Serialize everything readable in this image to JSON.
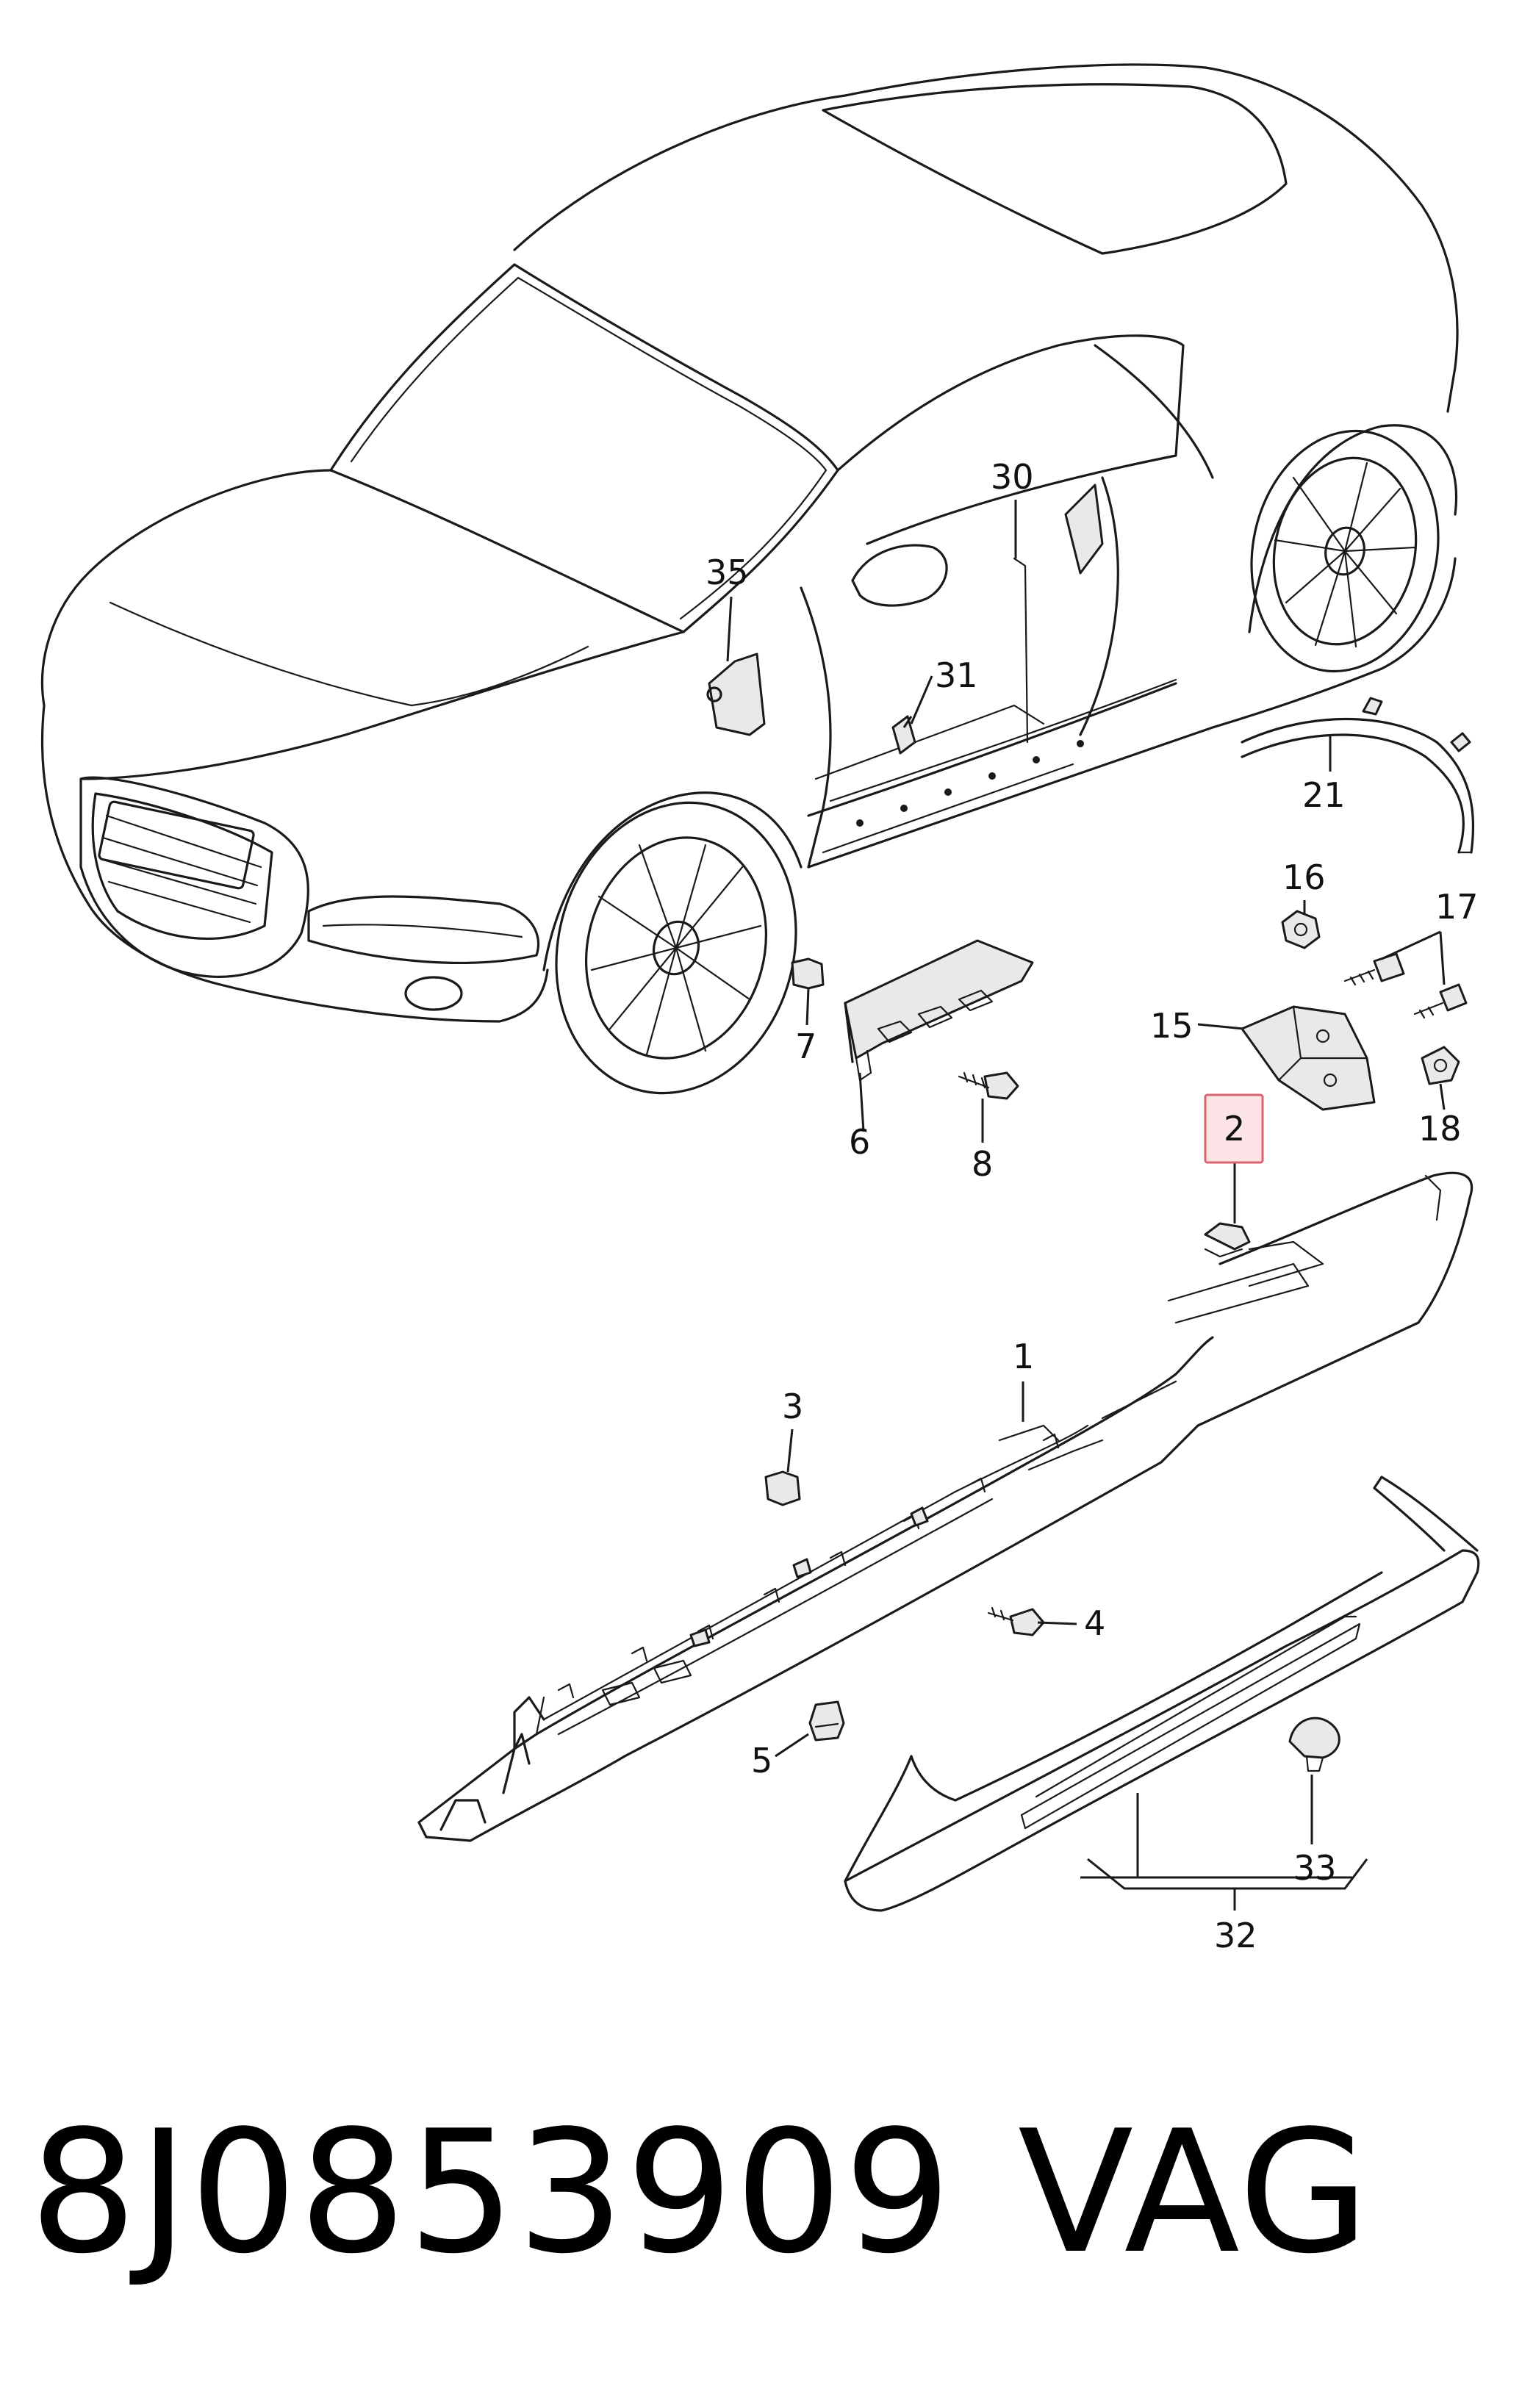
{
  "callouts": [
    {
      "id": "35",
      "text": "35"
    },
    {
      "id": "30",
      "text": "30"
    },
    {
      "id": "31",
      "text": "31"
    },
    {
      "id": "21",
      "text": "21"
    },
    {
      "id": "16",
      "text": "16"
    },
    {
      "id": "17",
      "text": "17"
    },
    {
      "id": "15",
      "text": "15"
    },
    {
      "id": "18",
      "text": "18"
    },
    {
      "id": "2",
      "text": "2",
      "highlighted": true
    },
    {
      "id": "7",
      "text": "7"
    },
    {
      "id": "6",
      "text": "6"
    },
    {
      "id": "8",
      "text": "8"
    },
    {
      "id": "1",
      "text": "1"
    },
    {
      "id": "3",
      "text": "3"
    },
    {
      "id": "4",
      "text": "4"
    },
    {
      "id": "5",
      "text": "5"
    },
    {
      "id": "33",
      "text": "33"
    },
    {
      "id": "32",
      "text": "32"
    }
  ],
  "footer": {
    "part_number": "8J0853909",
    "brand": "VAG"
  },
  "colors": {
    "line": "#1a1a1a",
    "highlight_fill": "#fbe3e6",
    "highlight_stroke": "#d9646f"
  }
}
